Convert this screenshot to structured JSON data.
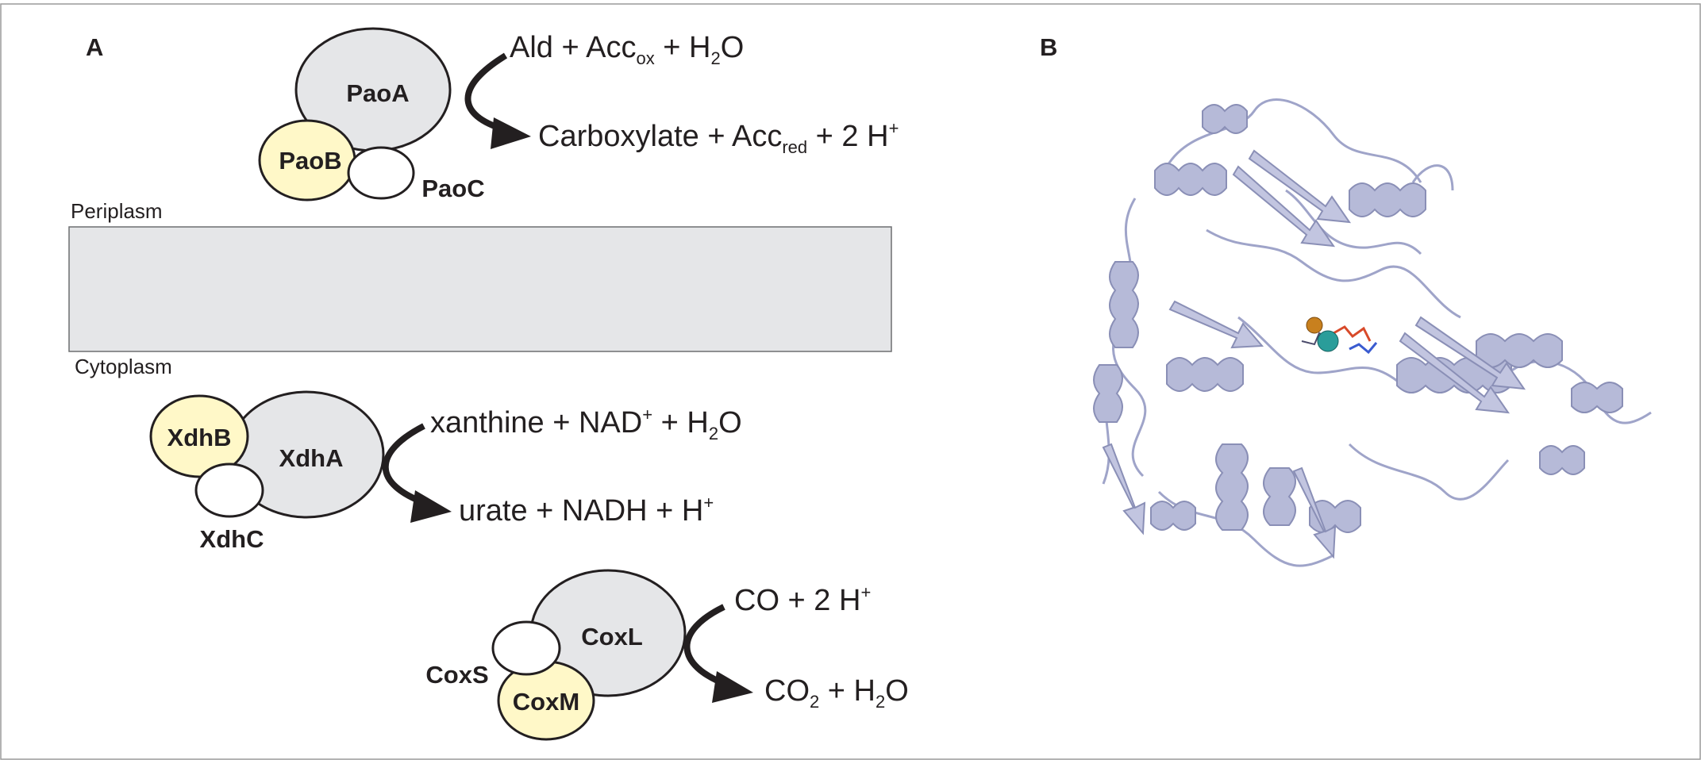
{
  "panels": {
    "a": {
      "label": "A"
    },
    "b": {
      "label": "B"
    }
  },
  "membrane": {
    "periplasm_label": "Periplasm",
    "cytoplasm_label": "Cytoplasm",
    "color": "#e5e6e8"
  },
  "complexes": [
    {
      "id": "pao",
      "subunits": {
        "large": "PaoA",
        "medium": "PaoB",
        "small": "PaoC"
      },
      "substrate": {
        "parts": [
          "Ald + Acc",
          "ox",
          " + H",
          "2",
          "O"
        ]
      },
      "product": {
        "parts": [
          "Carboxylate + Acc",
          "red",
          " + 2 H",
          "+"
        ]
      }
    },
    {
      "id": "xdh",
      "subunits": {
        "large": "XdhA",
        "medium": "XdhB",
        "small": "XdhC"
      },
      "substrate": {
        "parts": [
          "xanthine + NAD",
          "+",
          " + H",
          "2",
          "O"
        ]
      },
      "product": {
        "parts": [
          "urate + NADH + H",
          "+"
        ]
      }
    },
    {
      "id": "cox",
      "subunits": {
        "large": "CoxL",
        "medium": "CoxM",
        "small": "CoxS"
      },
      "substrate": {
        "parts": [
          "CO + 2 H",
          "+"
        ]
      },
      "product": {
        "parts": [
          "CO",
          "2",
          " + H",
          "2",
          "O"
        ]
      }
    }
  ],
  "colors": {
    "large_subunit": "#e5e6e8",
    "medium_subunit": "#fff8c8",
    "small_subunit": "#ffffff",
    "protein_ribbon": "#b6bad8",
    "metal_molybdenum": "#2a9d9a",
    "metal_iron": "#c8801e"
  }
}
